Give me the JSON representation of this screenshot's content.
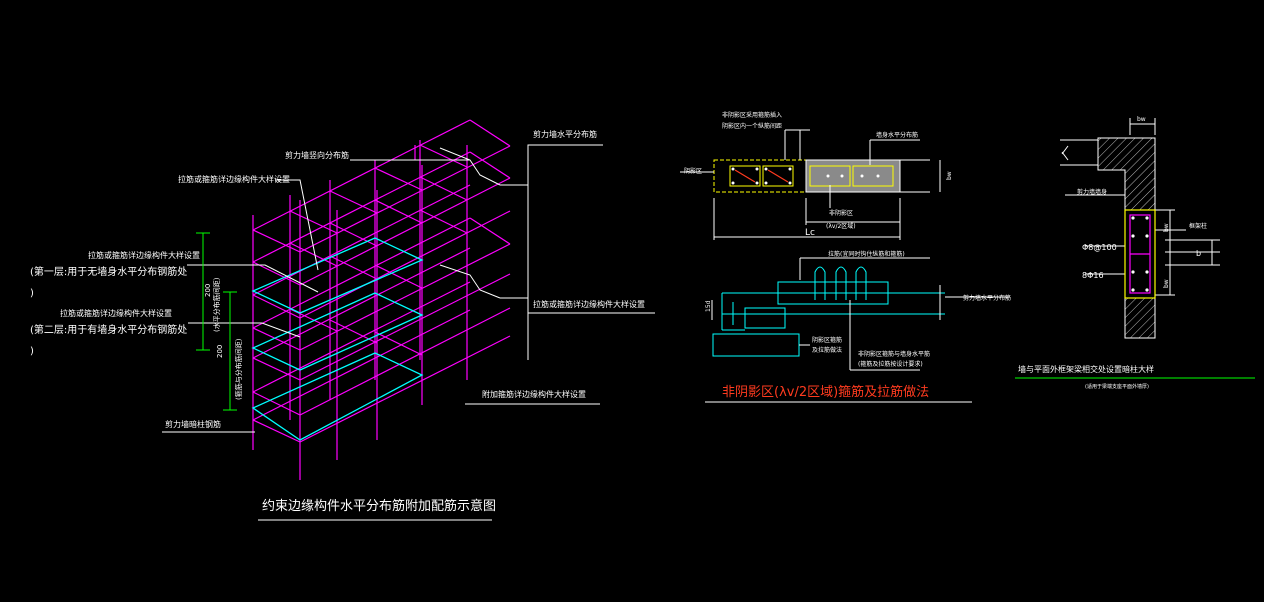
{
  "colors": {
    "background": "#000000",
    "white": "#ffffff",
    "magenta": "#ff00ff",
    "cyan": "#00ffff",
    "green": "#00ff00",
    "yellow": "#ffff00",
    "red": "#ff3b1f",
    "gray": "#8a8a8a"
  },
  "left": {
    "title": "约束边缘构件水平分布筋附加配筋示意图",
    "label_vertical_dist": "剪力墙竖向分布筋",
    "label_horizontal_dist": "剪力墙水平分布筋",
    "label_tie_detail_top": "拉筋或箍筋详边缘构件大样设置",
    "label_tie_detail_mid": "拉筋或箍筋详边缘构件大样设置",
    "label_additional_stirrup": "附加箍筋详边缘构件大样设置",
    "label_column_bars": "剪力墙暗柱钢筋",
    "label_layer1_head": "拉筋或箍筋详边缘构件大样设置",
    "label_layer1_note": "(第一层:用于无墙身水平分布钢筋处",
    "label_layer1_close": ")",
    "label_layer2_head": "拉筋或箍筋详边缘构件大样设置",
    "label_layer2_note": "(第二层:用于有墙身水平分布钢筋处",
    "label_layer2_close": ")",
    "dim_200_top": "200",
    "dim_200_bottom": "200",
    "dim_vert_note_top": "(水平分布筋间距)",
    "dim_vert_note_bottom": "(箍筋与分布筋间距)"
  },
  "middle": {
    "title": "非阴影区(λv/2区域)箍筋及拉筋做法",
    "note_top_1": "非阴影区采用箍筋插入",
    "note_top_2": "阴影区内一个纵筋间距",
    "label_shadow": "阴影区",
    "label_wall_dist": "墙身水平分布筋",
    "label_nonshadow": "非阴影区",
    "label_lambda": "(λv/2区域)",
    "label_lc": "Lc",
    "label_bw": "bw",
    "label_tie_note": "拉筋(宜同时钩住纵筋和箍筋)",
    "label_wall_horiz": "剪力墙水平分布筋",
    "label_15d": "15d",
    "label_shadow_stirrup_1": "阴影区箍筋",
    "label_shadow_stirrup_2": "及拉筋做法",
    "label_nonshadow_bottom_1": "非阴影区箍筋与墙身水平筋",
    "label_nonshadow_bottom_2": "(箍筋及拉筋按设计要求)"
  },
  "right": {
    "label_bw_top": "bw",
    "label_shear_wall": "剪力墙墙身",
    "label_column": "框架柱",
    "label_rebar_1": "Φ8@100",
    "label_rebar_2": "8Φ16",
    "label_bw_side_1": "bw",
    "label_bw_side_2": "bw",
    "label_b": "b",
    "title": "墙与平面外框架梁相交处设置暗柱大样",
    "subtitle": "(适用于梁端支座平面外墙厚)"
  }
}
